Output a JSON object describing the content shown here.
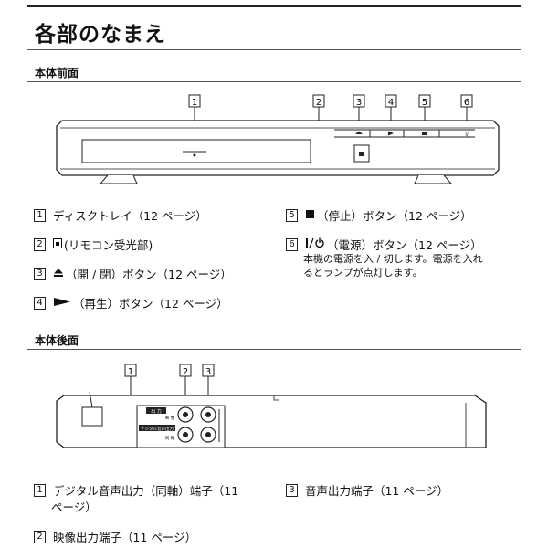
{
  "title": "各部のなまえ",
  "front": {
    "heading": "本体前面",
    "items": [
      {
        "num": "1",
        "label": "ディスクトレイ（12 ページ）"
      },
      {
        "num": "2",
        "label": "(リモコン受光部)"
      },
      {
        "num": "3",
        "label": "（開 / 閉）ボタン（12 ページ）"
      },
      {
        "num": "4",
        "label": "（再生）ボタン（12 ページ）"
      },
      {
        "num": "5",
        "label": "（停止）ボタン（12 ページ）"
      },
      {
        "num": "6",
        "label": "（電源）ボタン（12 ページ）"
      }
    ],
    "power_note_line1": "本機の電源を入 / 切します。電源を入れ",
    "power_note_line2": "るとランプが点灯します。",
    "callouts": [
      "1",
      "2",
      "3",
      "4",
      "5",
      "6"
    ]
  },
  "rear": {
    "heading": "本体後面",
    "items": [
      {
        "num": "1",
        "label_line1": "デジタル音声出力（同軸）端子（11",
        "label_line2": "ページ）"
      },
      {
        "num": "2",
        "label": "映像出力端子（11 ページ）"
      },
      {
        "num": "3",
        "label": "音声出力端子（11 ページ）"
      }
    ],
    "callouts": [
      "1",
      "2",
      "3"
    ],
    "panel_output": "出 力",
    "panel_digital": "デジタル音声出力",
    "panel_video": "映 像",
    "panel_coax": "同 軸"
  },
  "icons": {
    "remote_sensor": "remote-sensor-icon",
    "eject": "eject-icon",
    "play": "play-icon",
    "stop": "stop-icon",
    "power": "power-icon"
  }
}
